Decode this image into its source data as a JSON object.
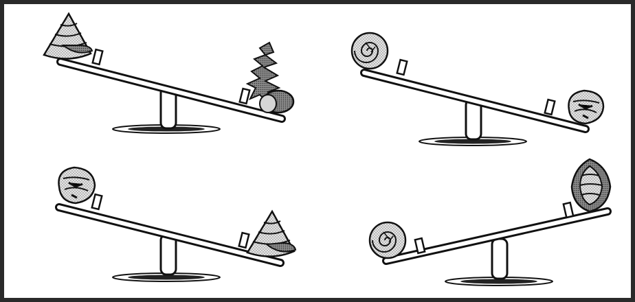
{
  "colors": {
    "frame": "#2a2a2a",
    "ink": "#111111",
    "shell_fill": "#d4d4d4",
    "band_dark": "#7a7a7a",
    "band_light": "#efefef",
    "bowl_fill": "#222222"
  },
  "panels": [
    {
      "name": "top-left",
      "higher_side": "left",
      "left_object": "cone-shell",
      "right_object": "spiky-shell"
    },
    {
      "name": "top-right",
      "higher_side": "left",
      "left_object": "spiral-shell",
      "right_object": "round-shell"
    },
    {
      "name": "bottom-left",
      "higher_side": "left",
      "left_object": "round-shell",
      "right_object": "cone-shell"
    },
    {
      "name": "bottom-right",
      "higher_side": "right",
      "left_object": "spiral-shell",
      "right_object": "striped-shell"
    }
  ]
}
